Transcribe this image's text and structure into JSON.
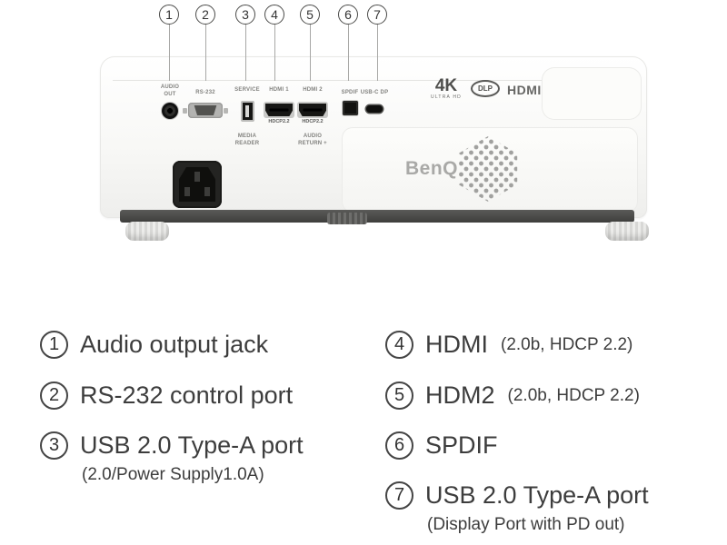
{
  "callouts": [
    {
      "num": "1"
    },
    {
      "num": "2"
    },
    {
      "num": "3"
    },
    {
      "num": "4"
    },
    {
      "num": "5"
    },
    {
      "num": "6"
    },
    {
      "num": "7"
    }
  ],
  "panel": {
    "audio_out": "AUDIO\nOUT",
    "rs232": "RS-232",
    "service": "SERVICE",
    "media_reader": "MEDIA\nREADER",
    "hdmi1": "HDMI 1",
    "hdmi1_tag": "HDCP2.2",
    "hdmi2": "HDMI 2",
    "hdmi2_tag": "HDCP2.2",
    "audio_return": "AUDIO\nRETURN +",
    "spdif": "SPDIF",
    "usbc": "USB-C DP",
    "logo_4k": "4K",
    "logo_4k_sub": "ULTRA HD",
    "logo_dlp": "DLP",
    "logo_hdmi": "HDMI",
    "brand": "BenQ"
  },
  "legend": {
    "left": [
      {
        "num": "1",
        "text": "Audio output jack"
      },
      {
        "num": "2",
        "text": "RS-232 control port"
      },
      {
        "num": "3",
        "text": "USB 2.0 Type-A port",
        "sub": "(2.0/Power Supply1.0A)"
      }
    ],
    "right": [
      {
        "num": "4",
        "text": "HDMI",
        "note": "(2.0b, HDCP 2.2)"
      },
      {
        "num": "5",
        "text": "HDM2",
        "note": "(2.0b, HDCP 2.2)"
      },
      {
        "num": "6",
        "text": "SPDIF",
        "note": ""
      },
      {
        "num": "7",
        "text": "USB 2.0 Type-A port",
        "sub": "(Display Port with PD out)"
      }
    ]
  }
}
